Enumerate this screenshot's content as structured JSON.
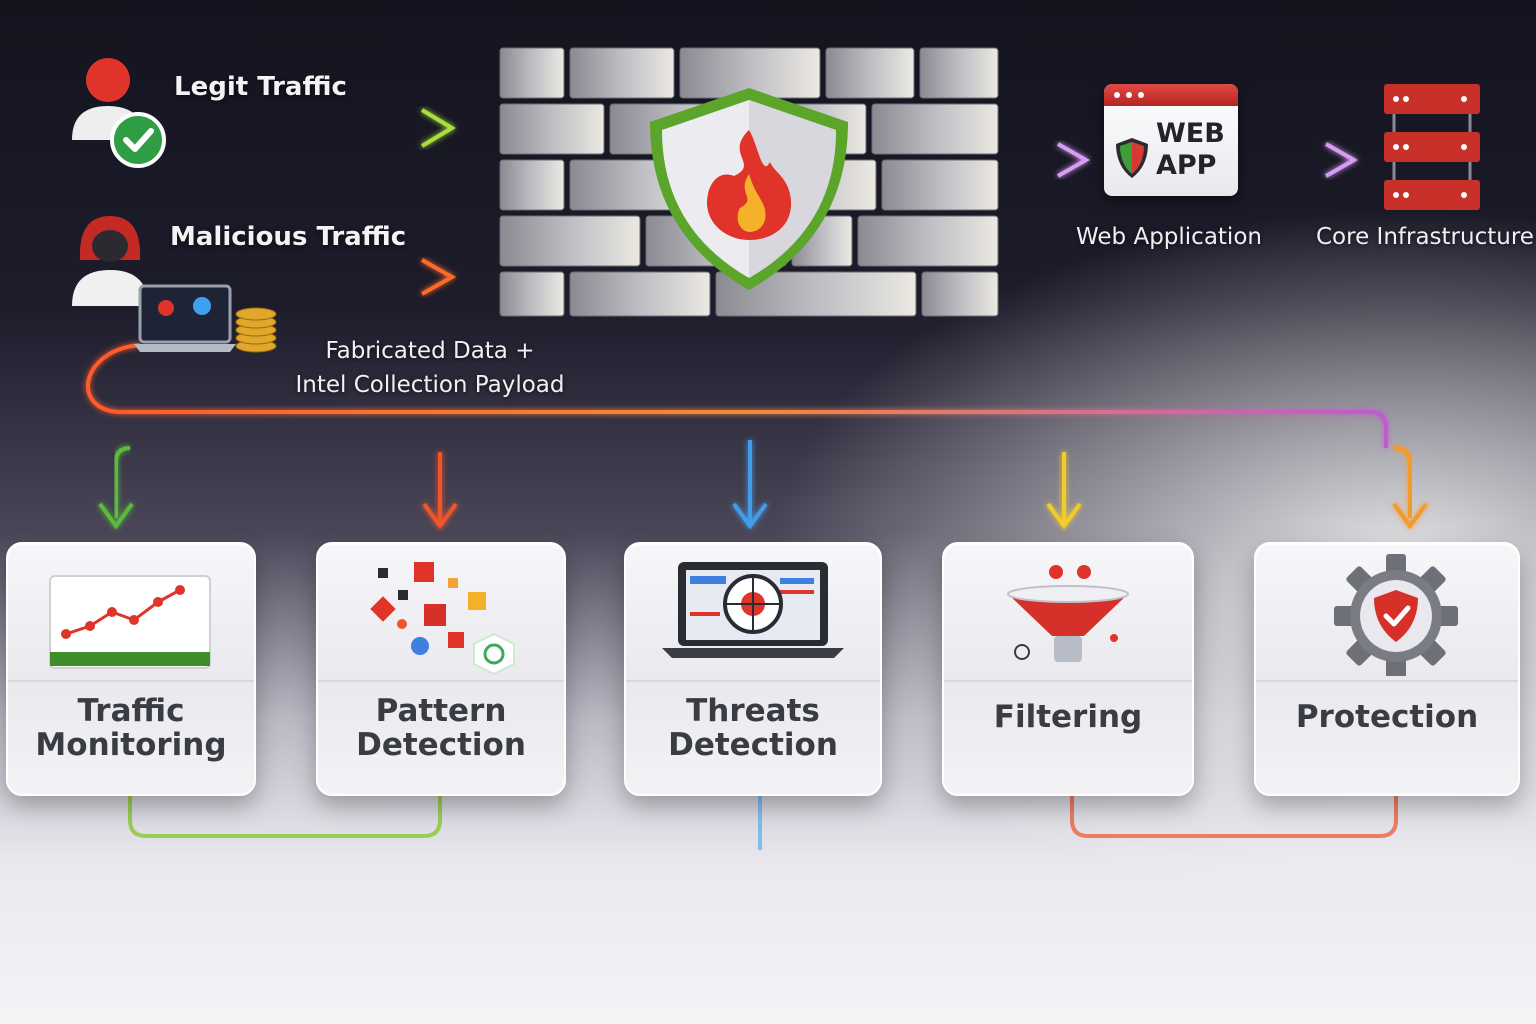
{
  "inputs": {
    "legit_label": "Legit Traffic",
    "malicious_label": "Malicious Traffic",
    "payload_line1": "Fabricated Data +",
    "payload_line2": "Intel Collection Payload"
  },
  "destinations": {
    "webapp_icon_line1": "WEB",
    "webapp_icon_line2": "APP",
    "webapp_label": "Web Application",
    "infra_label": "Core Infrastructure"
  },
  "modules": [
    {
      "line1": "Traffic",
      "line2": "Monitoring",
      "color": "#5dbb3a"
    },
    {
      "line1": "Pattern",
      "line2": "Detection",
      "color": "#f0552b"
    },
    {
      "line1": "Threats",
      "line2": "Detection",
      "color": "#3f9ee8"
    },
    {
      "line1": "Filtering",
      "line2": "",
      "color": "#f2cc2a"
    },
    {
      "line1": "Protection",
      "line2": "",
      "color": "#f39a2c"
    }
  ],
  "colors": {
    "legit": "#8fd23a",
    "malicious": "#ff5a2a",
    "purple": "#c98cf0",
    "accent_red": "#d63a32",
    "shield_green": "#6fb82e"
  }
}
